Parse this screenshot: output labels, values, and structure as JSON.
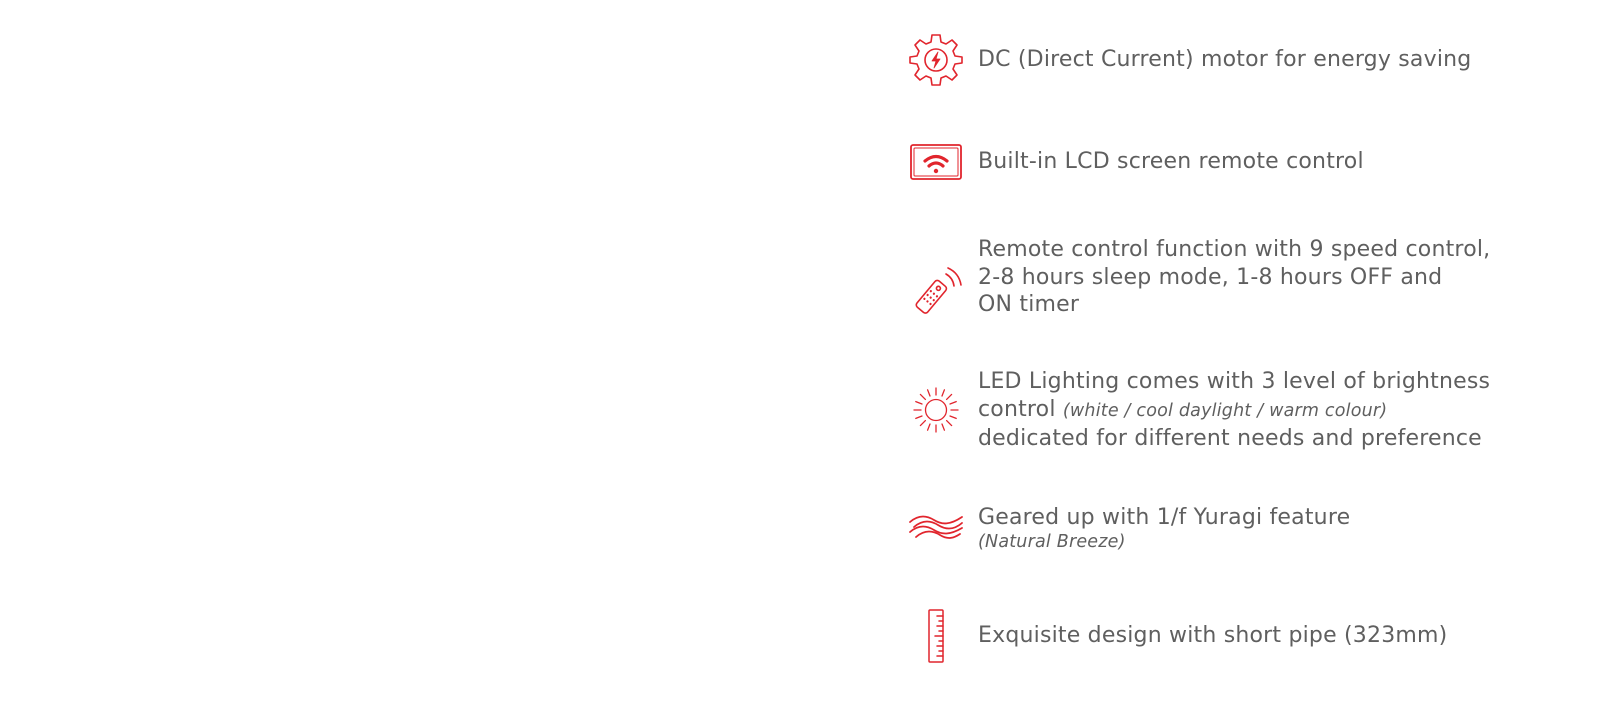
{
  "colors": {
    "accent": "#e1252d",
    "text": "#5f5f5f",
    "background": "#ffffff"
  },
  "features": [
    {
      "icon": "gear-lightning-icon",
      "lines": [
        "DC (Direct Current) motor for energy saving"
      ]
    },
    {
      "icon": "lcd-wifi-screen-icon",
      "lines": [
        "Built-in LCD screen remote control"
      ]
    },
    {
      "icon": "remote-control-icon",
      "lines": [
        "Remote control function with 9 speed control,",
        "2-8 hours sleep mode, 1-8 hours OFF and",
        "ON timer"
      ]
    },
    {
      "icon": "sun-brightness-icon",
      "line1": "LED Lighting comes with 3 level of brightness",
      "line2_main": "control",
      "line2_note": "(white / cool daylight / warm colour)",
      "line3": "dedicated for different needs and preference"
    },
    {
      "icon": "breeze-waves-icon",
      "title": "Geared up with 1/f Yuragi feature",
      "note": "(Natural Breeze)"
    },
    {
      "icon": "ruler-pipe-icon",
      "lines": [
        "Exquisite design with short pipe (323mm)"
      ]
    }
  ]
}
